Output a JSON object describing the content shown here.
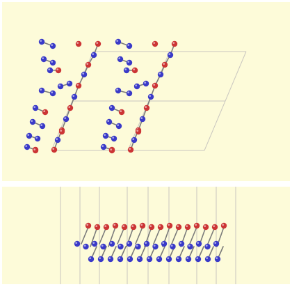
{
  "figure": {
    "background_color": "#fdfbd9",
    "cell_line_color": "#c9c6c0",
    "bond_color": "#7a7a7a",
    "atom_colors": {
      "red": "#cc3535",
      "blue": "#3a3ac8"
    }
  },
  "top_view": {
    "cells_shown": 4,
    "note": ""
  },
  "side_view": {
    "layers": [
      "red",
      "blue"
    ]
  }
}
